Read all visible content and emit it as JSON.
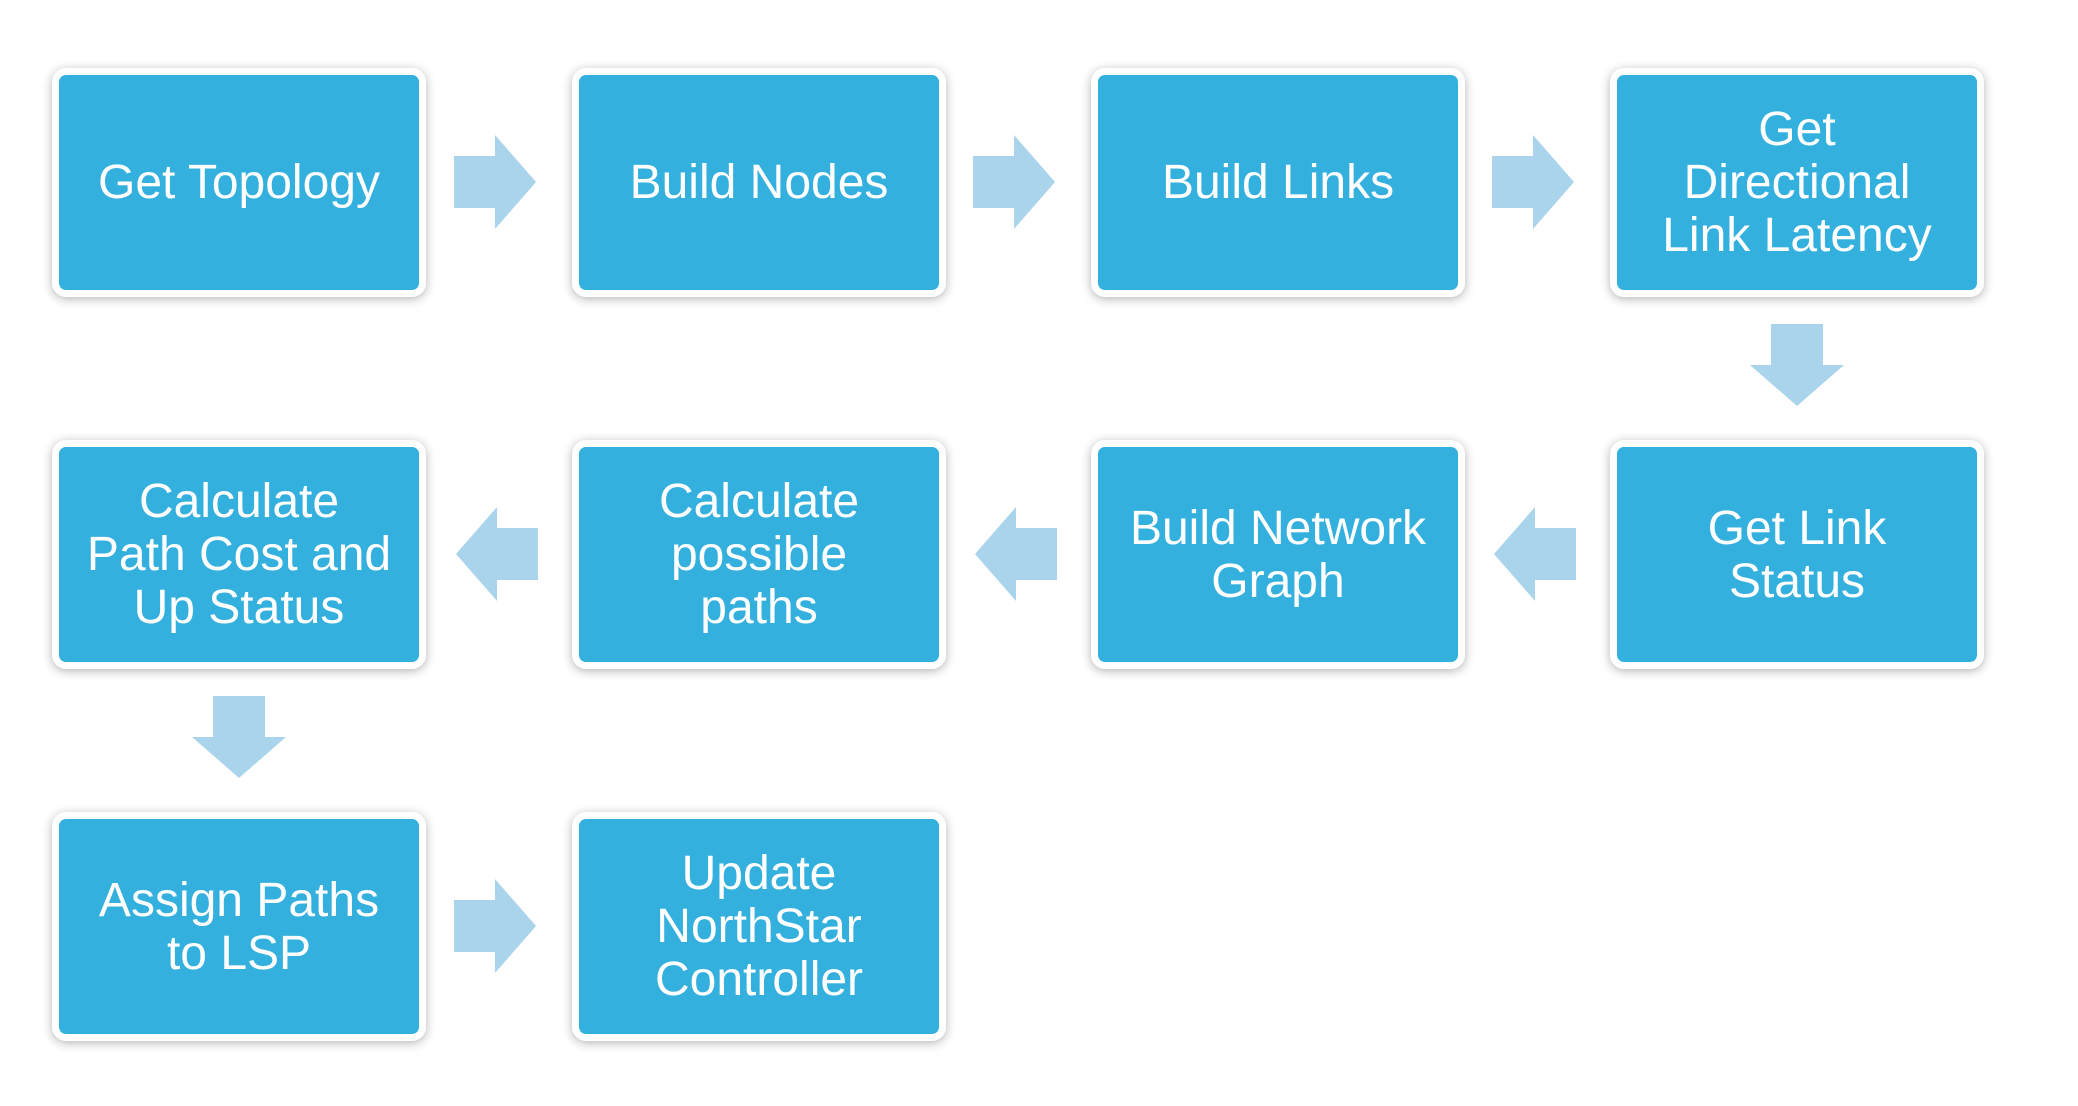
{
  "diagram": {
    "box_color": "#34b0de",
    "arrow_color": "#a9d4ec",
    "text_color": "#ffffff",
    "steps": [
      {
        "id": "get-topology",
        "label": "Get Topology"
      },
      {
        "id": "build-nodes",
        "label": "Build Nodes"
      },
      {
        "id": "build-links",
        "label": "Build Links"
      },
      {
        "id": "get-directional-link-latency",
        "label": "Get\nDirectional\nLink Latency"
      },
      {
        "id": "get-link-status",
        "label": "Get Link\nStatus"
      },
      {
        "id": "build-network-graph",
        "label": "Build Network\nGraph"
      },
      {
        "id": "calculate-possible-paths",
        "label": "Calculate\npossible\npaths"
      },
      {
        "id": "calculate-path-cost",
        "label": "Calculate\nPath Cost and\nUp Status"
      },
      {
        "id": "assign-paths-to-lsp",
        "label": "Assign Paths\nto LSP"
      },
      {
        "id": "update-northstar-controller",
        "label": "Update\nNorthStar\nController"
      }
    ],
    "connections": [
      {
        "from": "get-topology",
        "to": "build-nodes"
      },
      {
        "from": "build-nodes",
        "to": "build-links"
      },
      {
        "from": "build-links",
        "to": "get-directional-link-latency"
      },
      {
        "from": "get-directional-link-latency",
        "to": "get-link-status"
      },
      {
        "from": "get-link-status",
        "to": "build-network-graph"
      },
      {
        "from": "build-network-graph",
        "to": "calculate-possible-paths"
      },
      {
        "from": "calculate-possible-paths",
        "to": "calculate-path-cost"
      },
      {
        "from": "calculate-path-cost",
        "to": "assign-paths-to-lsp"
      },
      {
        "from": "assign-paths-to-lsp",
        "to": "update-northstar-controller"
      }
    ]
  }
}
